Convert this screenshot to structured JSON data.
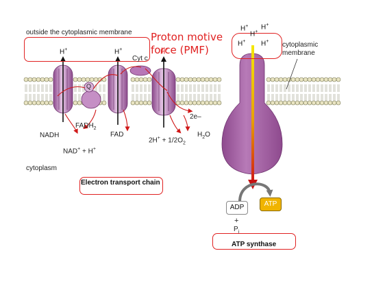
{
  "labels": {
    "outside": "outside the cytoplasmic membrane",
    "cytoplasmic_membrane_line1": "cytoplasmic",
    "cytoplasmic_membrane_line2": "membrane",
    "cytoplasm": "cytoplasm",
    "pmf_line1": "Proton motive",
    "pmf_line2": "force (PMF)",
    "cyt_c": "Cyt c",
    "q": "Q",
    "e2": "2e–",
    "nadh": "NADH",
    "fadh": "FADH",
    "fadh_sub": "2",
    "fad": "FAD",
    "nad_plus": "NAD",
    "nad_tail": " + H",
    "two_h": "2H",
    "half_o2": " + 1/2O",
    "o2_sub": "2",
    "h2o_h": "H",
    "h2o_sub": "2",
    "h2o_o": "O",
    "h": "H",
    "plus_sign": "+",
    "sub_two": "2",
    "adp": "ADP",
    "atp": "ATP",
    "plus": "+",
    "pi": "P",
    "pi_sub": "i",
    "electron_transport_chain": "Electron transport chain",
    "atp_synthase": "ATP synthase"
  },
  "colors": {
    "accent_red": "#e02020",
    "protein_purple": "#a05aa0",
    "protein_light": "#dcb8dc",
    "membrane_bead": "#e9e4c2",
    "atp_orange": "#f0b400",
    "arrow_gray": "#777777"
  }
}
